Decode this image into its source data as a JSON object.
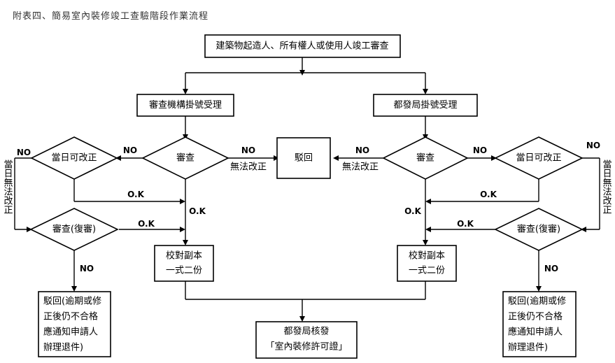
{
  "title": "附表四、簡易室內裝修竣工查驗階段作業流程",
  "nodes": {
    "start": "建築物起造人、所有權人或使用人竣工審查",
    "left_register": "審查機構掛號受理",
    "right_register": "都發局掛號受理",
    "left_review": "審查",
    "right_review": "審查",
    "reject_center": "駁回",
    "left_sameday": "當日可改正",
    "right_sameday": "當日可改正",
    "left_rereview": "審查(復審)",
    "right_rereview": "審查(復審)",
    "left_copy": [
      "校對副本",
      "一式二份"
    ],
    "right_copy": [
      "校對副本",
      "一式二份"
    ],
    "left_reject": [
      "駁回(逾期或修",
      "正後仍不合格",
      "應通知申請人",
      "辦理退件)"
    ],
    "right_reject": [
      "駁回(逾期或修",
      "正後仍不合格",
      "應通知申請人",
      "辦理退件)"
    ],
    "issue": [
      "都發局核發",
      "「室內裝修許可證」"
    ]
  },
  "edge_labels": {
    "no": "NO",
    "ok": "O.K",
    "cannot_correct": "無法改正",
    "sameday_cannot_correct": "當日無法改正"
  }
}
